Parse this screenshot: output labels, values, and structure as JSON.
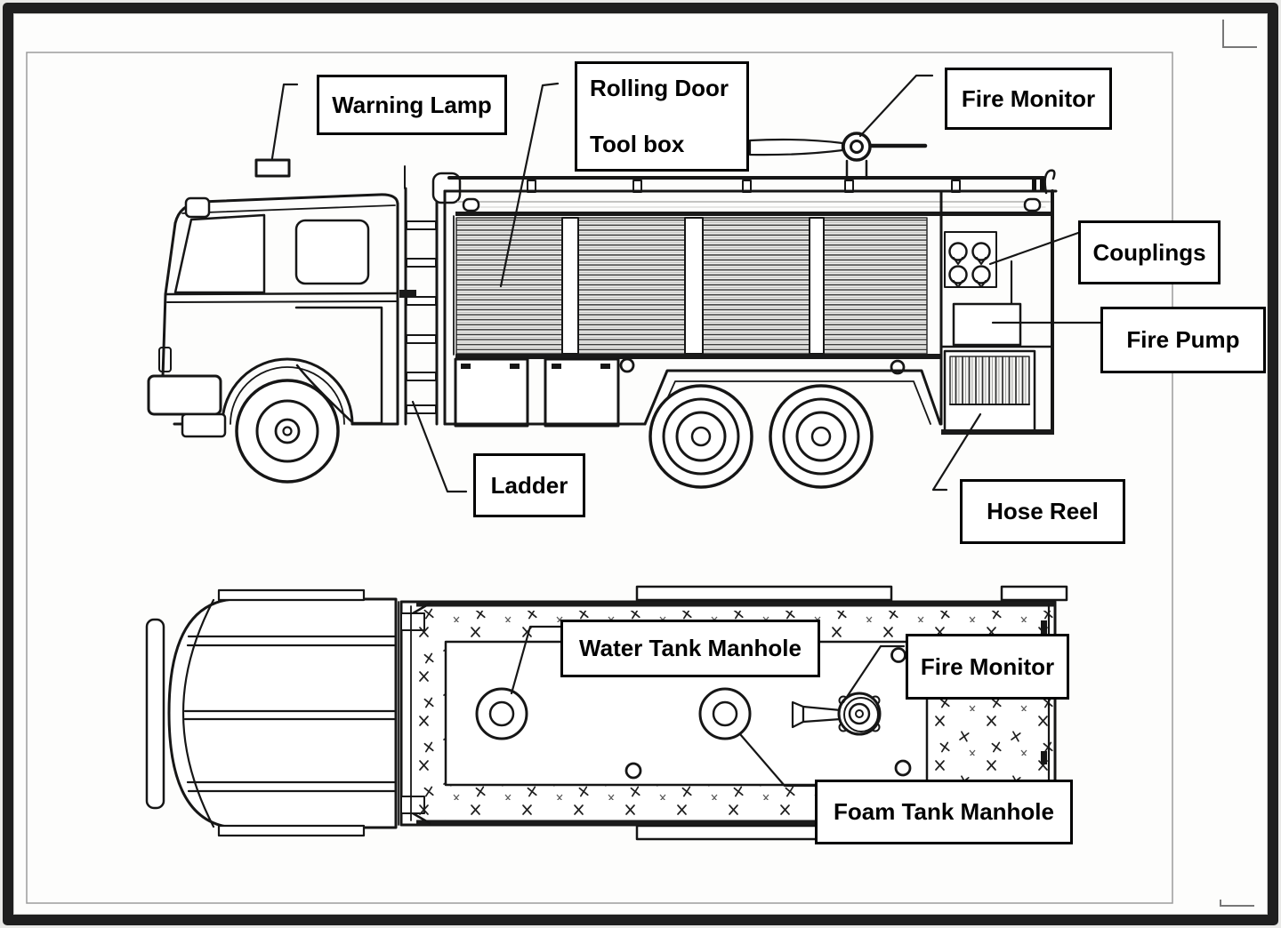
{
  "page": {
    "frame_color": "#1f1f1f",
    "paper_color": "#fdfdfc",
    "ink_color": "#161616",
    "guide_line_color": "#9b9b9b"
  },
  "diagram": {
    "subject": "fire-truck-schematic",
    "views": [
      "side-elevation",
      "top-plan"
    ]
  },
  "labels": {
    "warning_lamp": "Warning Lamp",
    "rolling_door": "Rolling Door",
    "tool_box": "Tool box",
    "fire_monitor_side": "Fire Monitor",
    "couplings": "Couplings",
    "fire_pump": "Fire Pump",
    "ladder": "Ladder",
    "hose_reel": "Hose Reel",
    "water_tank_manhole": "Water Tank Manhole",
    "fire_monitor_top": "Fire Monitor",
    "foam_tank_manhole": "Foam Tank Manhole"
  }
}
